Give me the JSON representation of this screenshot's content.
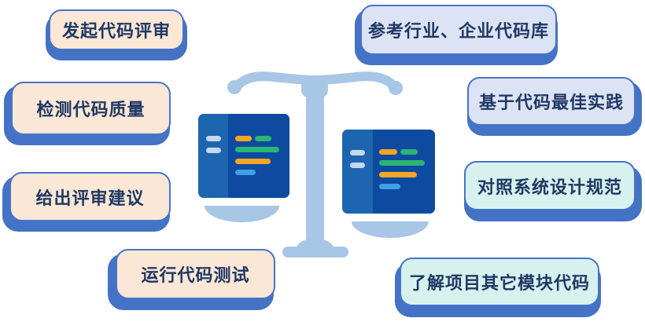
{
  "diagram": {
    "left_items": [
      {
        "label": "发起代码评审"
      },
      {
        "label": "检测代码质量"
      },
      {
        "label": "给出评审建议"
      },
      {
        "label": "运行代码测试"
      }
    ],
    "right_items": [
      {
        "label": "参考行业、企业代码库"
      },
      {
        "label": "基于代码最佳实践"
      },
      {
        "label": "对照系统设计规范"
      },
      {
        "label": "了解项目其它模块代码"
      }
    ],
    "center_icons": [
      "balance-scale-icon",
      "code-window-icon-left",
      "code-window-icon-right"
    ],
    "colors": {
      "background": "#ffffff",
      "left_card_fill": "#fbe7d5",
      "right_card_fill_upper": "#dce3f5",
      "right_card_fill_lower": "#d7f2ee",
      "card_border": "#4674c9",
      "card_shadow": "#4472c4",
      "text": "#1f3864",
      "scale": "#a8c6e6",
      "window_sidebar": "#1d66af",
      "window_body": "#0e4aa0",
      "pill_orange": "#f5a623",
      "pill_green": "#2bb673",
      "pill_blue": "#3fa0e5",
      "pill_light": "#c6d9ef"
    }
  }
}
